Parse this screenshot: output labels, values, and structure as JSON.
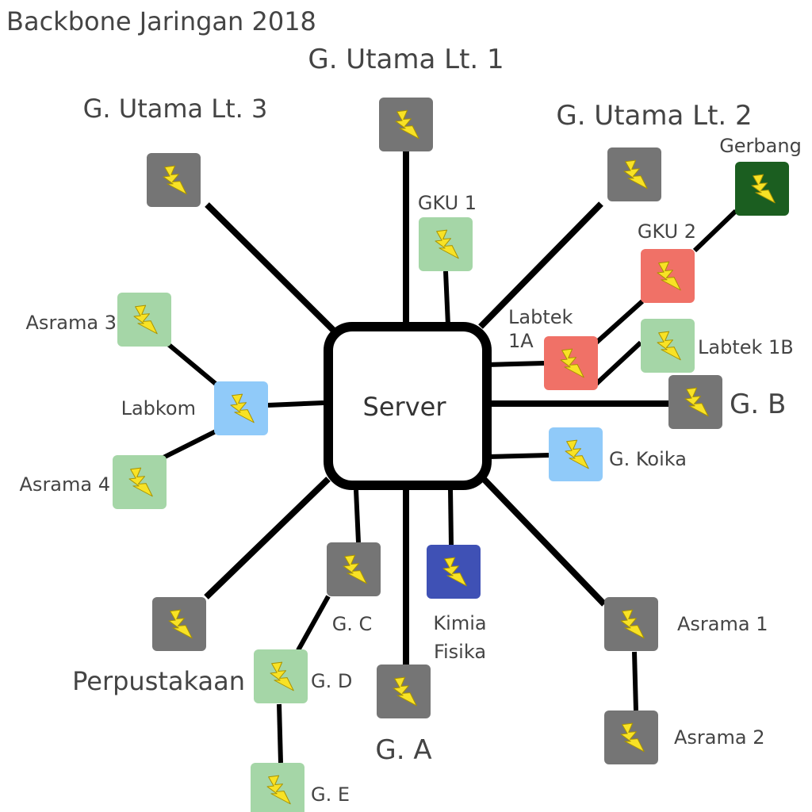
{
  "title": "Backbone Jaringan 2018",
  "server": {
    "label": "Server"
  },
  "colors": {
    "grey": "#757575",
    "green": "#a5d6a7",
    "dark_green": "#1b5e20",
    "red": "#f07167",
    "blue": "#90caf9",
    "navy": "#3f51b5",
    "bolt": "#f8e225",
    "line": "#000000"
  },
  "nodes": [
    {
      "id": "g-utama-lt-1",
      "label": "G. Utama Lt. 1",
      "color": "grey",
      "icon": "lightning-bolt-icon"
    },
    {
      "id": "g-utama-lt-3",
      "label": "G. Utama Lt. 3",
      "color": "grey",
      "icon": "lightning-bolt-icon"
    },
    {
      "id": "g-utama-lt-2",
      "label": "G. Utama Lt. 2",
      "color": "grey",
      "icon": "lightning-bolt-icon"
    },
    {
      "id": "gku-1",
      "label": "GKU 1",
      "color": "green",
      "icon": "lightning-bolt-icon"
    },
    {
      "id": "gerbang",
      "label": "Gerbang",
      "color": "dark_green",
      "icon": "lightning-bolt-icon"
    },
    {
      "id": "gku-2",
      "label": "GKU 2",
      "color": "red",
      "icon": "lightning-bolt-icon"
    },
    {
      "id": "labtek-1a",
      "label": [
        "Labtek",
        "1A"
      ],
      "color": "red",
      "icon": "lightning-bolt-icon"
    },
    {
      "id": "labtek-1b",
      "label": "Labtek 1B",
      "color": "green",
      "icon": "lightning-bolt-icon"
    },
    {
      "id": "asrama-3",
      "label": "Asrama 3",
      "color": "green",
      "icon": "lightning-bolt-icon"
    },
    {
      "id": "labkom",
      "label": "Labkom",
      "color": "blue",
      "icon": "lightning-bolt-icon"
    },
    {
      "id": "asrama-4",
      "label": "Asrama 4",
      "color": "green",
      "icon": "lightning-bolt-icon"
    },
    {
      "id": "g-b",
      "label": "G. B",
      "color": "grey",
      "icon": "lightning-bolt-icon"
    },
    {
      "id": "g-koika",
      "label": "G. Koika",
      "color": "blue",
      "icon": "lightning-bolt-icon"
    },
    {
      "id": "g-c",
      "label": "G. C",
      "color": "grey",
      "icon": "lightning-bolt-icon"
    },
    {
      "id": "kimia-fisika",
      "label": [
        "Kimia",
        "Fisika"
      ],
      "color": "navy",
      "icon": "lightning-bolt-icon"
    },
    {
      "id": "perpustakaan",
      "label": "Perpustakaan",
      "color": "grey",
      "icon": "lightning-bolt-icon"
    },
    {
      "id": "g-d",
      "label": "G. D",
      "color": "green",
      "icon": "lightning-bolt-icon"
    },
    {
      "id": "g-a",
      "label": "G. A",
      "color": "grey",
      "icon": "lightning-bolt-icon"
    },
    {
      "id": "g-e",
      "label": "G. E",
      "color": "green",
      "icon": "lightning-bolt-icon"
    },
    {
      "id": "asrama-1",
      "label": "Asrama 1",
      "color": "grey",
      "icon": "lightning-bolt-icon"
    },
    {
      "id": "asrama-2",
      "label": "Asrama 2",
      "color": "grey",
      "icon": "lightning-bolt-icon"
    }
  ],
  "links": [
    [
      "server",
      "g-utama-lt-1"
    ],
    [
      "server",
      "g-utama-lt-3"
    ],
    [
      "server",
      "g-utama-lt-2"
    ],
    [
      "server",
      "gku-1"
    ],
    [
      "server",
      "labtek-1a"
    ],
    [
      "labtek-1a",
      "gku-2"
    ],
    [
      "gku-2",
      "gerbang"
    ],
    [
      "labtek-1a",
      "labtek-1b"
    ],
    [
      "server",
      "labkom"
    ],
    [
      "labkom",
      "asrama-3"
    ],
    [
      "labkom",
      "asrama-4"
    ],
    [
      "server",
      "g-b"
    ],
    [
      "server",
      "g-koika"
    ],
    [
      "server",
      "g-c"
    ],
    [
      "g-c",
      "g-d"
    ],
    [
      "g-d",
      "g-e"
    ],
    [
      "server",
      "g-a"
    ],
    [
      "server",
      "kimia-fisika"
    ],
    [
      "server",
      "perpustakaan"
    ],
    [
      "server",
      "asrama-1"
    ],
    [
      "asrama-1",
      "asrama-2"
    ]
  ]
}
